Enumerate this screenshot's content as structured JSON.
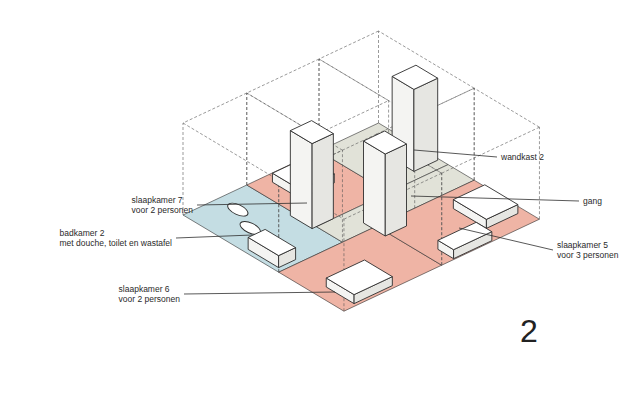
{
  "diagram": {
    "labels": [
      "slaapkamer 7",
      "voor 2 personen",
      "badkamer 2",
      "met douche, toilet en wastafel",
      "slaapkamer 6",
      "voor 2 personen",
      "wandkast 2",
      "gang",
      "slaapkamer 5",
      "voor 3 personen",
      "2"
    ]
  }
}
